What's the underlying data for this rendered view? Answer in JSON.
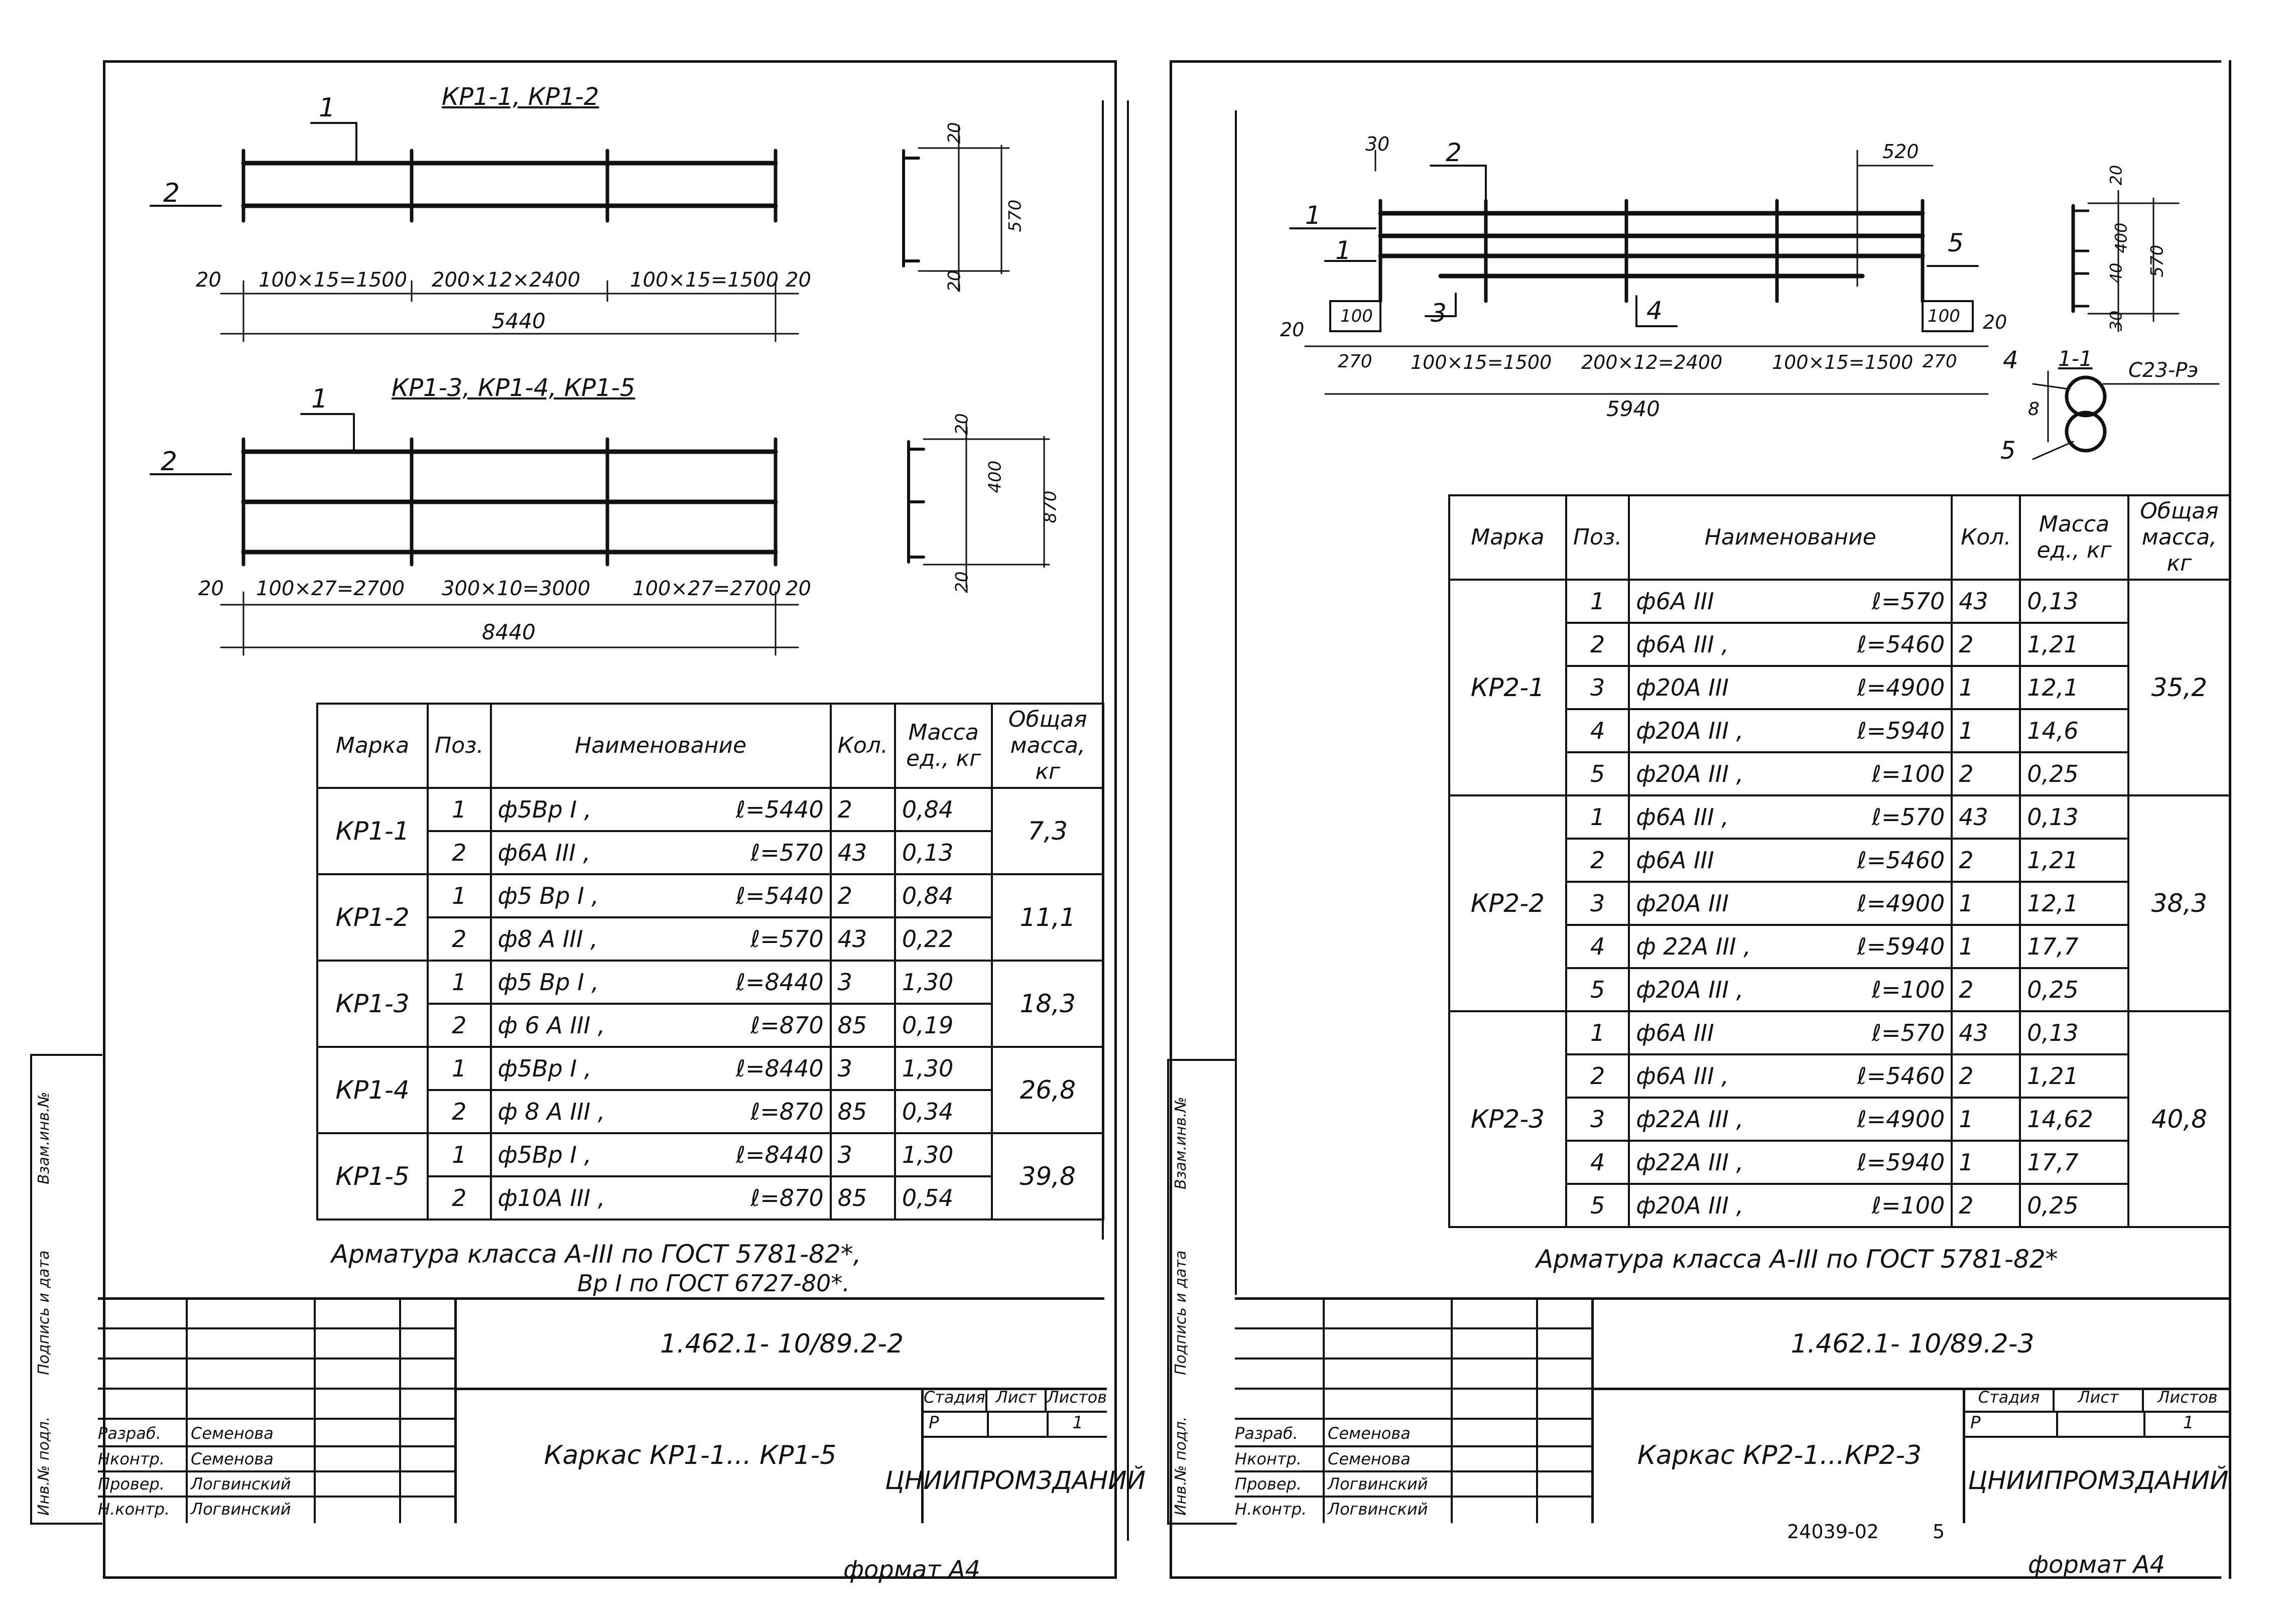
{
  "left": {
    "drawing1": {
      "title": "КР1-1, КР1-2",
      "pos_top": "1",
      "pos_left": "2",
      "end_left": "20",
      "seg1": "100×15=1500",
      "seg2": "200×12×2400",
      "seg3": "100×15=1500",
      "end_right": "20",
      "total": "5440",
      "sec_top": "20",
      "sec_bottom": "20",
      "sec_height": "570"
    },
    "drawing2": {
      "title": "КР1-3, КР1-4, КР1-5",
      "pos_top": "1",
      "pos_left": "2",
      "end_left": "20",
      "seg1": "100×27=2700",
      "seg2": "300×10=3000",
      "seg3": "100×27=2700",
      "end_right": "20",
      "total": "8440",
      "sec_top": "20",
      "sec_mid": "400",
      "sec_bottom": "20",
      "sec_height": "870"
    },
    "table": {
      "headers": [
        "Марка",
        "Поз.",
        "Наименование",
        "Кол.",
        "Масса ед., кг",
        "Общая масса, кг"
      ],
      "groups": [
        {
          "mark": "КР1-1",
          "total": "7,3",
          "rows": [
            {
              "pos": "1",
              "bar": "ф5Вр I ,",
              "len": "ℓ=5440",
              "qty": "2",
              "mass": "0,84"
            },
            {
              "pos": "2",
              "bar": "ф6А III ,",
              "len": "ℓ=570",
              "qty": "43",
              "mass": "0,13"
            }
          ]
        },
        {
          "mark": "КР1-2",
          "total": "11,1",
          "rows": [
            {
              "pos": "1",
              "bar": "ф5 Вр I ,",
              "len": "ℓ=5440",
              "qty": "2",
              "mass": "0,84"
            },
            {
              "pos": "2",
              "bar": "ф8 А III ,",
              "len": "ℓ=570",
              "qty": "43",
              "mass": "0,22"
            }
          ]
        },
        {
          "mark": "КР1-3",
          "total": "18,3",
          "rows": [
            {
              "pos": "1",
              "bar": "ф5 Вр I ,",
              "len": "ℓ=8440",
              "qty": "3",
              "mass": "1,30"
            },
            {
              "pos": "2",
              "bar": "ф 6 А III ,",
              "len": "ℓ=870",
              "qty": "85",
              "mass": "0,19"
            }
          ]
        },
        {
          "mark": "КР1-4",
          "total": "26,8",
          "rows": [
            {
              "pos": "1",
              "bar": "ф5Вр I ,",
              "len": "ℓ=8440",
              "qty": "3",
              "mass": "1,30"
            },
            {
              "pos": "2",
              "bar": "ф 8 А III ,",
              "len": "ℓ=870",
              "qty": "85",
              "mass": "0,34"
            }
          ]
        },
        {
          "mark": "КР1-5",
          "total": "39,8",
          "rows": [
            {
              "pos": "1",
              "bar": "ф5Вр I ,",
              "len": "ℓ=8440",
              "qty": "3",
              "mass": "1,30"
            },
            {
              "pos": "2",
              "bar": "ф10А III ,",
              "len": "ℓ=870",
              "qty": "85",
              "mass": "0,54"
            }
          ]
        }
      ]
    },
    "note_line1": "Арматура класса А-III по ГОСТ 5781-82*,",
    "note_line2": "Вр I по ГОСТ 6727-80*.",
    "stamp": {
      "code": "1.462.1- 10/89.2-2",
      "title": "Каркас КР1-1... КР1-5",
      "stage_label": "Стадия",
      "sheet_label": "Лист",
      "sheets_label": "Листов",
      "stage": "Р",
      "sheets": "1",
      "org": "ЦНИИПРОМЗДАНИЙ",
      "roles": [
        "Разраб.",
        "Нконтр.",
        "Провер.",
        "Н.контр."
      ],
      "names": [
        "Семенова",
        "Семенова",
        "Логвинский",
        "Логвинский"
      ]
    },
    "side_labels": [
      "Инв.№ подл.",
      "Подпись и дата",
      "Взам.инв.№"
    ],
    "format": "формат А4"
  },
  "right": {
    "drawing": {
      "pos1": "1",
      "pos1b": "1",
      "pos2": "2",
      "pos3": "3",
      "pos4": "4",
      "pos5": "5",
      "dim30": "30",
      "dim520": "520",
      "dim20l": "20",
      "dim100l": "100",
      "dim270l": "270",
      "seg1": "100×15=1500",
      "seg2": "200×12=2400",
      "seg3": "100×15=1500",
      "dim100r": "100",
      "dim270r": "270",
      "dim20r": "20",
      "total": "5940",
      "sec_20": "20",
      "sec_400": "400",
      "sec_40": "40",
      "sec_30": "30",
      "sec_height": "570",
      "cut": "1-1",
      "weld": "С23-Рэ",
      "cut_4": "4",
      "cut_5": "5",
      "cut_8": "8"
    },
    "table": {
      "headers": [
        "Марка",
        "Поз.",
        "Наименование",
        "Кол.",
        "Масса ед., кг",
        "Общая масса, кг"
      ],
      "groups": [
        {
          "mark": "КР2-1",
          "total": "35,2",
          "rows": [
            {
              "pos": "1",
              "bar": "ф6А III",
              "len": "ℓ=570",
              "qty": "43",
              "mass": "0,13"
            },
            {
              "pos": "2",
              "bar": "ф6А III ,",
              "len": "ℓ=5460",
              "qty": "2",
              "mass": "1,21"
            },
            {
              "pos": "3",
              "bar": "ф20А III",
              "len": "ℓ=4900",
              "qty": "1",
              "mass": "12,1"
            },
            {
              "pos": "4",
              "bar": "ф20А III ,",
              "len": "ℓ=5940",
              "qty": "1",
              "mass": "14,6"
            },
            {
              "pos": "5",
              "bar": "ф20А III ,",
              "len": "ℓ=100",
              "qty": "2",
              "mass": "0,25"
            }
          ]
        },
        {
          "mark": "КР2-2",
          "total": "38,3",
          "rows": [
            {
              "pos": "1",
              "bar": "ф6А III ,",
              "len": "ℓ=570",
              "qty": "43",
              "mass": "0,13"
            },
            {
              "pos": "2",
              "bar": "ф6А III",
              "len": "ℓ=5460",
              "qty": "2",
              "mass": "1,21"
            },
            {
              "pos": "3",
              "bar": "ф20А III",
              "len": "ℓ=4900",
              "qty": "1",
              "mass": "12,1"
            },
            {
              "pos": "4",
              "bar": "ф 22А III ,",
              "len": "ℓ=5940",
              "qty": "1",
              "mass": "17,7"
            },
            {
              "pos": "5",
              "bar": "ф20А III ,",
              "len": "ℓ=100",
              "qty": "2",
              "mass": "0,25"
            }
          ]
        },
        {
          "mark": "КР2-3",
          "total": "40,8",
          "rows": [
            {
              "pos": "1",
              "bar": "ф6А III",
              "len": "ℓ=570",
              "qty": "43",
              "mass": "0,13"
            },
            {
              "pos": "2",
              "bar": "ф6А III ,",
              "len": "ℓ=5460",
              "qty": "2",
              "mass": "1,21"
            },
            {
              "pos": "3",
              "bar": "ф22А III ,",
              "len": "ℓ=4900",
              "qty": "1",
              "mass": "14,62"
            },
            {
              "pos": "4",
              "bar": "ф22А III ,",
              "len": "ℓ=5940",
              "qty": "1",
              "mass": "17,7"
            },
            {
              "pos": "5",
              "bar": "ф20А III ,",
              "len": "ℓ=100",
              "qty": "2",
              "mass": "0,25"
            }
          ]
        }
      ]
    },
    "note_line1": "Арматура класса А-III по ГОСТ 5781-82*",
    "stamp": {
      "code": "1.462.1- 10/89.2-3",
      "title": "Каркас КР2-1...КР2-3",
      "stage_label": "Стадия",
      "sheet_label": "Лист",
      "sheets_label": "Листов",
      "stage": "Р",
      "sheets": "1",
      "org": "ЦНИИПРОМЗДАНИЙ",
      "roles": [
        "Разраб.",
        "Нконтр.",
        "Провер.",
        "Н.контр."
      ],
      "names": [
        "Семенова",
        "Семенова",
        "Логвинский",
        "Логвинский"
      ]
    },
    "side_labels": [
      "Инв.№ подл.",
      "Подпись и дата",
      "Взам.инв.№"
    ],
    "doc_number": "24039-02",
    "page_number": "5",
    "format": "формат А4"
  }
}
